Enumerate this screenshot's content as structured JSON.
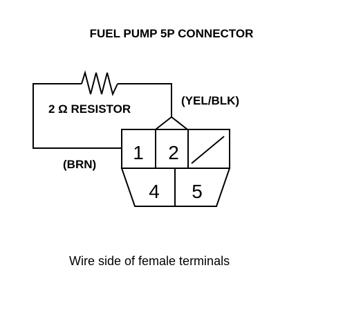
{
  "diagram": {
    "title": "FUEL PUMP 5P CONNECTOR",
    "resistor_label": "2 Ω RESISTOR",
    "wire_yel_blk": "(YEL/BLK)",
    "wire_brn": "(BRN)",
    "terminals": [
      "1",
      "2",
      "4",
      "5"
    ],
    "caption": "Wire side of female terminals"
  },
  "colors": {
    "line": "#000000",
    "background": "#ffffff"
  }
}
